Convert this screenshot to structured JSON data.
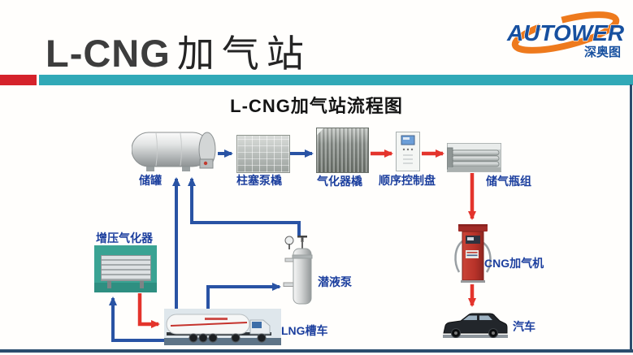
{
  "header": {
    "title_en": "L-CNG",
    "title_cn": "加气站"
  },
  "logo": {
    "brand": "AUTOWER",
    "brand_cn": "深奥图",
    "brand_color": "#17509f",
    "swoosh_color": "#ee7a1d"
  },
  "diagram": {
    "title": "L-CNG加气站流程图",
    "nodes": [
      {
        "id": "storage-tank",
        "label": "储罐"
      },
      {
        "id": "plunger-pump-skid",
        "label": "柱塞泵橇"
      },
      {
        "id": "vaporizer-skid",
        "label": "气化器橇"
      },
      {
        "id": "sequence-control-panel",
        "label": "顺序控制盘"
      },
      {
        "id": "gas-cylinder-group",
        "label": "储气瓶组"
      },
      {
        "id": "cng-dispenser",
        "label": "CNG加气机"
      },
      {
        "id": "car",
        "label": "汽车"
      },
      {
        "id": "pressurizing-vaporizer",
        "label": "增压气化器"
      },
      {
        "id": "submersible-pump",
        "label": "潜液泵"
      },
      {
        "id": "lng-tanker",
        "label": "LNG槽车"
      }
    ],
    "edges": [
      {
        "from": "storage-tank",
        "to": "plunger-pump-skid",
        "color": "#2953a4"
      },
      {
        "from": "plunger-pump-skid",
        "to": "vaporizer-skid",
        "color": "#2953a4"
      },
      {
        "from": "vaporizer-skid",
        "to": "sequence-control-panel",
        "color": "#e4342c"
      },
      {
        "from": "sequence-control-panel",
        "to": "gas-cylinder-group",
        "color": "#e4342c"
      },
      {
        "from": "gas-cylinder-group",
        "to": "cng-dispenser",
        "color": "#e4342c"
      },
      {
        "from": "cng-dispenser",
        "to": "car",
        "color": "#e4342c"
      },
      {
        "from": "lng-tanker",
        "to": "storage-tank",
        "color": "#2953a4"
      },
      {
        "from": "submersible-pump",
        "to": "storage-tank",
        "color": "#2953a4"
      },
      {
        "from": "lng-tanker",
        "to": "submersible-pump",
        "color": "#2953a4"
      },
      {
        "from": "lng-tanker",
        "to": "pressurizing-vaporizer",
        "color": "#2953a4"
      },
      {
        "from": "pressurizing-vaporizer",
        "to": "lng-tanker",
        "color": "#e4342c"
      }
    ]
  },
  "colors": {
    "accent_red_bar": "#d5222b",
    "accent_teal_bar": "#31a9b7",
    "flow_blue": "#2953a4",
    "flow_red": "#e4342c",
    "label_navy": "#1c3f9e",
    "frame_navy": "#2b4d6e",
    "title_gray": "#3d3d3d",
    "dispenser_red": "#b73229"
  }
}
